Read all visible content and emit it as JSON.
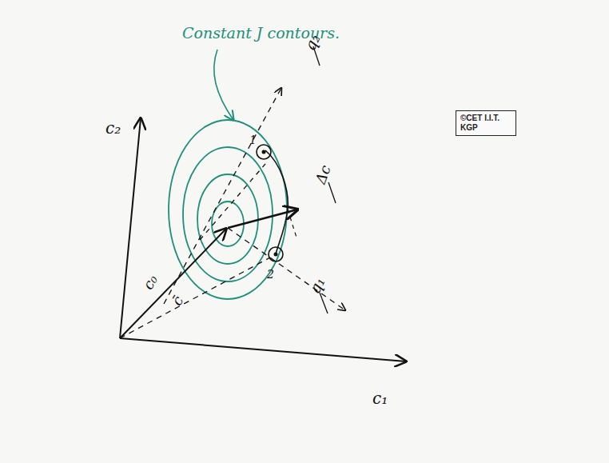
{
  "diagram": {
    "nodes": [
      {
        "text": [
          "©CET I.I.T. KGP"
        ]
      }
    ],
    "labels": [
      "Constant J contours.",
      "c₂",
      "c₁",
      "q₂",
      "Δc",
      "q₁",
      "c₀",
      "c̄",
      "1",
      "2"
    ]
  }
}
